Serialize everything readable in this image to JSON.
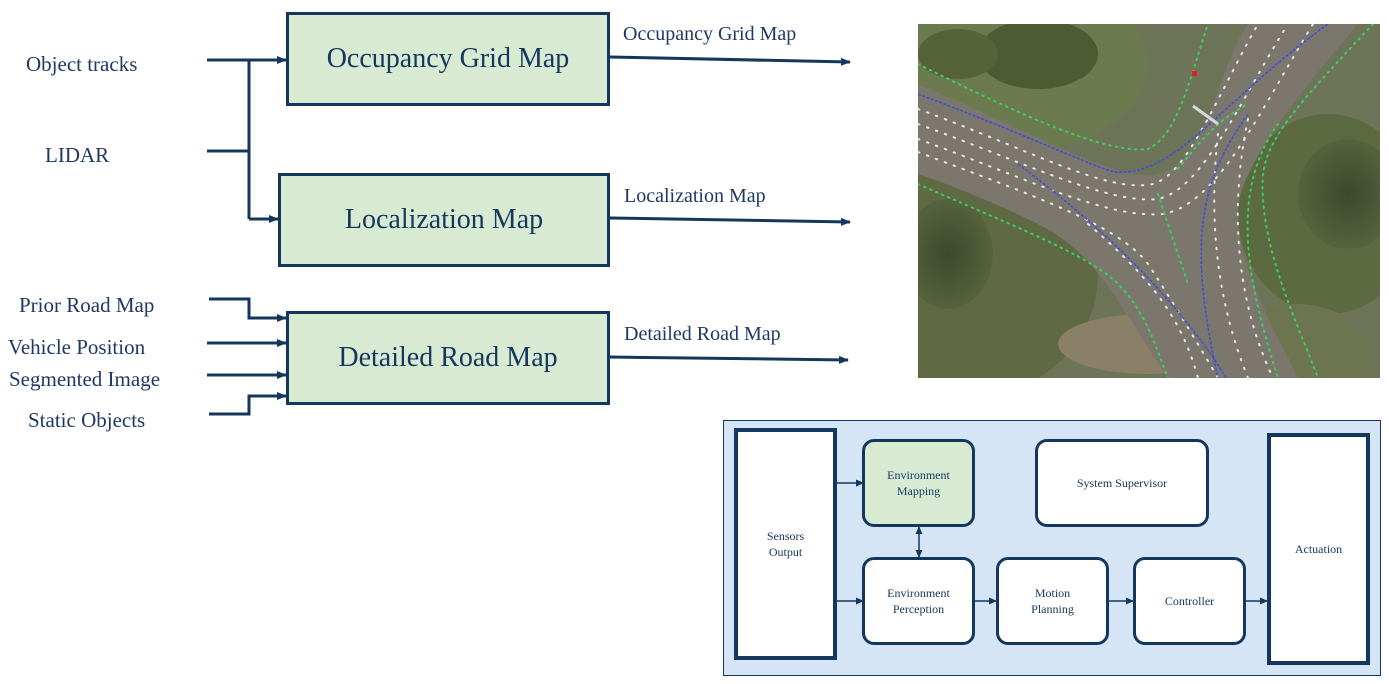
{
  "inputs": {
    "object_tracks": "Object tracks",
    "lidar": "LIDAR",
    "prior_road_map": "Prior Road Map",
    "vehicle_position": "Vehicle Position",
    "segmented_image": "Segmented Image",
    "static_objects": "Static Objects"
  },
  "boxes": {
    "occupancy": "Occupancy Grid Map",
    "localization": "Localization Map",
    "detailed": "Detailed Road Map"
  },
  "outputs": {
    "occupancy": "Occupancy Grid Map",
    "localization": "Localization Map",
    "detailed": "Detailed Road Map"
  },
  "architecture": {
    "sensors": "Sensors\nOutput",
    "env_mapping": "Environment\nMapping",
    "system_supervisor": "System Supervisor",
    "env_perception": "Environment\nPerception",
    "motion_planning": "Motion\nPlanning",
    "controller": "Controller",
    "actuation": "Actuation"
  },
  "colors": {
    "box_fill": "#d9ead3",
    "stroke": "#14375e",
    "arch_bg": "#d6e5f5"
  }
}
